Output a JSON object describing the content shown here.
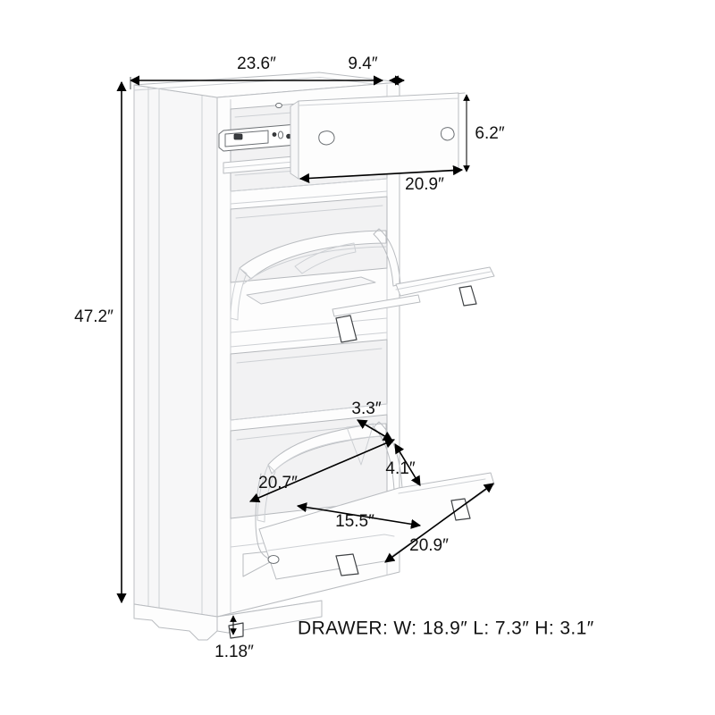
{
  "drawing": {
    "subject": "shoe-storage-cabinet-dimension-drawing",
    "units": "inches",
    "line_color": "#b9bcc0",
    "dimension_color": "#000000",
    "background": "#ffffff"
  },
  "dimensions": {
    "overall_width": "23.6″",
    "overall_depth": "9.4″",
    "overall_height": "47.2″",
    "drawer_front_height": "6.2″",
    "drawer_front_width": "20.9″",
    "flip_door_inner_top": "3.3″",
    "flip_door_inner_side": "4.1″",
    "flip_door_inner_width": "20.7″",
    "flip_door_shelf_depth": "15.5″",
    "flip_door_width": "20.9″",
    "base_clearance": "1.18″"
  },
  "caption": {
    "full": "DRAWER:  W:  18.9″   L:  7.3″   H:  3.1″",
    "label": "DRAWER:",
    "width_label": "W:",
    "width_value": "18.9″",
    "length_label": "L:",
    "length_value": "7.3″",
    "height_label": "H:",
    "height_value": "3.1″"
  }
}
